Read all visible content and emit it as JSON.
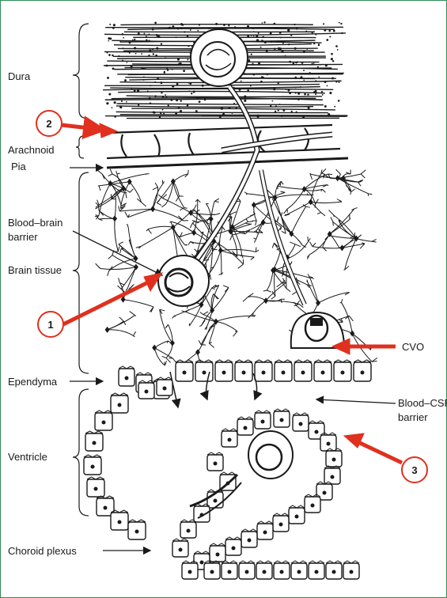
{
  "labels": {
    "dura": "Dura",
    "arachnoid": "Arachnoid",
    "pia": "Pia",
    "bbb_line1": "Blood–brain",
    "bbb_line2": "barrier",
    "brain_tissue": "Brain tissue",
    "cvo": "CVO",
    "ependyma": "Ependyma",
    "bcsf_line1": "Blood–CSF",
    "bcsf_line2": "barrier",
    "ventricle": "Ventricle",
    "choroid_plexus": "Choroid plexus"
  },
  "markers": [
    {
      "id": "marker-1",
      "text": "1"
    },
    {
      "id": "marker-2",
      "text": "2"
    },
    {
      "id": "marker-3",
      "text": "3"
    }
  ],
  "colors": {
    "arrow_red": "#e0301e",
    "marker_outline": "#e0301e",
    "ink": "#1a1a1a",
    "frame": "#2e8b57"
  }
}
